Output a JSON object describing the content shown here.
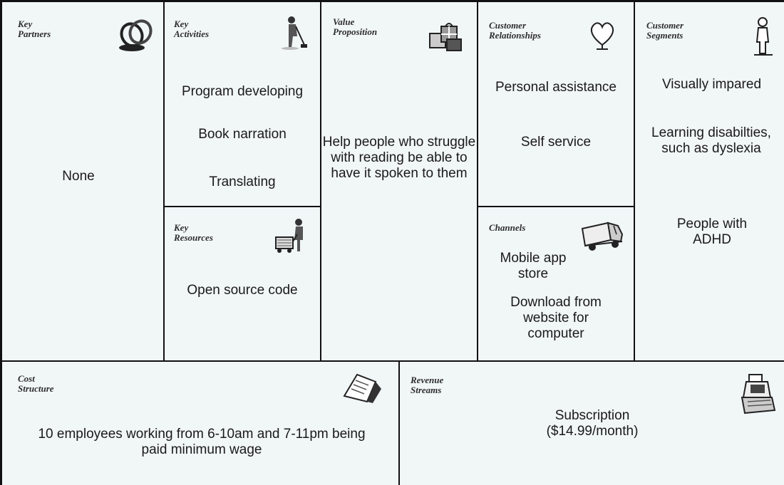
{
  "canvas": {
    "sections": {
      "key_partners": {
        "title_lines": [
          "Key",
          "Partners"
        ],
        "icon": "linked-rings-icon",
        "items": [
          "None"
        ]
      },
      "key_activities": {
        "title_lines": [
          "Key",
          "Activities"
        ],
        "icon": "worker-mopping-icon",
        "items": [
          "Program developing",
          "Book narration",
          "Translating"
        ]
      },
      "key_resources": {
        "title_lines": [
          "Key",
          "Resources"
        ],
        "icon": "worker-with-cart-icon",
        "items": [
          "Open source code"
        ]
      },
      "value_proposition": {
        "title_lines": [
          "Value",
          "Proposition"
        ],
        "icon": "gift-boxes-icon",
        "items": [
          "Help people who struggle with reading be able to have it spoken to them"
        ]
      },
      "customer_relationships": {
        "title_lines": [
          "Customer",
          "Relationships"
        ],
        "icon": "heart-icon",
        "items": [
          "Personal assistance",
          "Self service"
        ]
      },
      "channels": {
        "title_lines": [
          "Channels"
        ],
        "icon": "delivery-truck-icon",
        "items": [
          "Mobile app store",
          "Download from website for computer"
        ]
      },
      "customer_segments": {
        "title_lines": [
          "Customer",
          "Segments"
        ],
        "icon": "standing-person-icon",
        "items": [
          "Visually impared",
          "Learning disabilties, such as dyslexia",
          "People with ADHD"
        ]
      },
      "cost_structure": {
        "title_lines": [
          "Cost",
          "Structure"
        ],
        "icon": "receipt-icon",
        "items": [
          "10 employees working from 6-10am and 7-11pm being paid minimum wage"
        ]
      },
      "revenue_streams": {
        "title_lines": [
          "Revenue",
          "Streams"
        ],
        "icon": "cash-register-icon",
        "items": [
          "Subscription ($14.99/month)"
        ]
      }
    }
  }
}
